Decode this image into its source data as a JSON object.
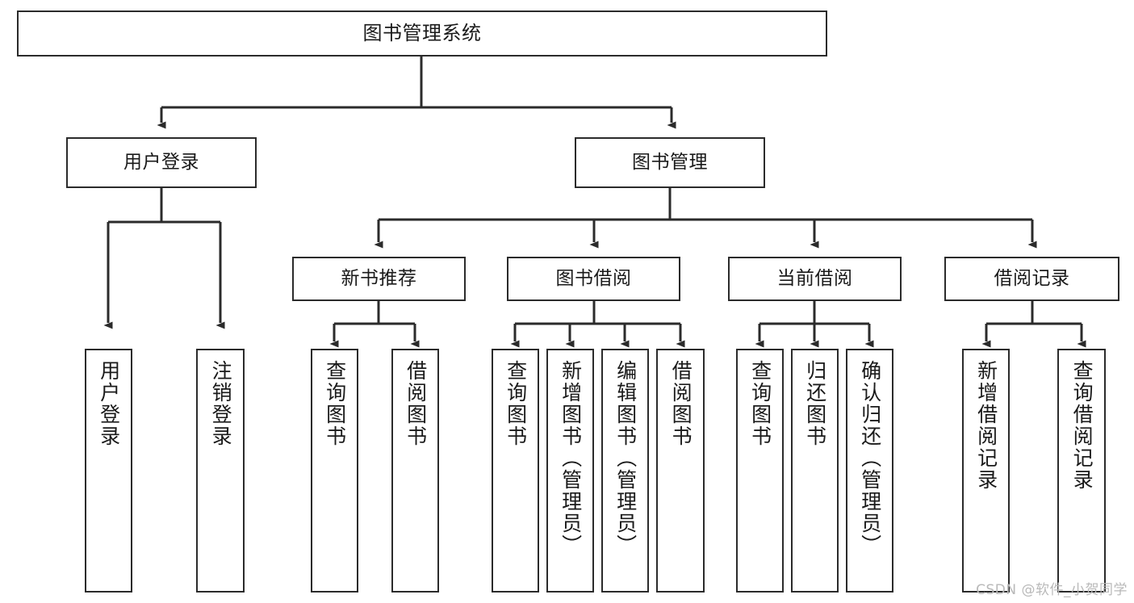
{
  "diagram": {
    "title": "图书管理系统",
    "type": "tree-hierarchy",
    "stroke_color": "#2b2b2b",
    "fill_color": "#ffffff",
    "text_color": "#1a1a1a",
    "watermark": "CSDN @软件_小贺同学"
  },
  "nodes": {
    "root": {
      "label": "图书管理系统"
    },
    "level2": [
      {
        "id": "user-login",
        "label": "用户登录"
      },
      {
        "id": "book-manage",
        "label": "图书管理"
      }
    ],
    "level3": [
      {
        "id": "new-book-recommend",
        "label": "新书推荐"
      },
      {
        "id": "book-borrow",
        "label": "图书借阅"
      },
      {
        "id": "current-borrow",
        "label": "当前借阅"
      },
      {
        "id": "borrow-record",
        "label": "借阅记录"
      }
    ],
    "leaves": [
      {
        "id": "leaf-user-login",
        "label": "用户登录",
        "parent": "user-login"
      },
      {
        "id": "leaf-logout-login",
        "label": "注销登录",
        "parent": "user-login"
      },
      {
        "id": "leaf-query-book-1",
        "label": "查询图书",
        "parent": "new-book-recommend"
      },
      {
        "id": "leaf-borrow-book-1",
        "label": "借阅图书",
        "parent": "new-book-recommend"
      },
      {
        "id": "leaf-query-book-2",
        "label": "查询图书",
        "parent": "book-borrow"
      },
      {
        "id": "leaf-add-book",
        "label": "新增图书（管理员）",
        "parent": "book-borrow"
      },
      {
        "id": "leaf-edit-book",
        "label": "编辑图书（管理员）",
        "parent": "book-borrow"
      },
      {
        "id": "leaf-borrow-book-2",
        "label": "借阅图书",
        "parent": "book-borrow"
      },
      {
        "id": "leaf-query-book-3",
        "label": "查询图书",
        "parent": "current-borrow"
      },
      {
        "id": "leaf-return-book",
        "label": "归还图书",
        "parent": "current-borrow"
      },
      {
        "id": "leaf-confirm-return",
        "label": "确认归还（管理员）",
        "parent": "current-borrow"
      },
      {
        "id": "leaf-add-record",
        "label": "新增借阅记录",
        "parent": "borrow-record"
      },
      {
        "id": "leaf-query-record",
        "label": "查询借阅记录",
        "parent": "borrow-record"
      }
    ]
  }
}
